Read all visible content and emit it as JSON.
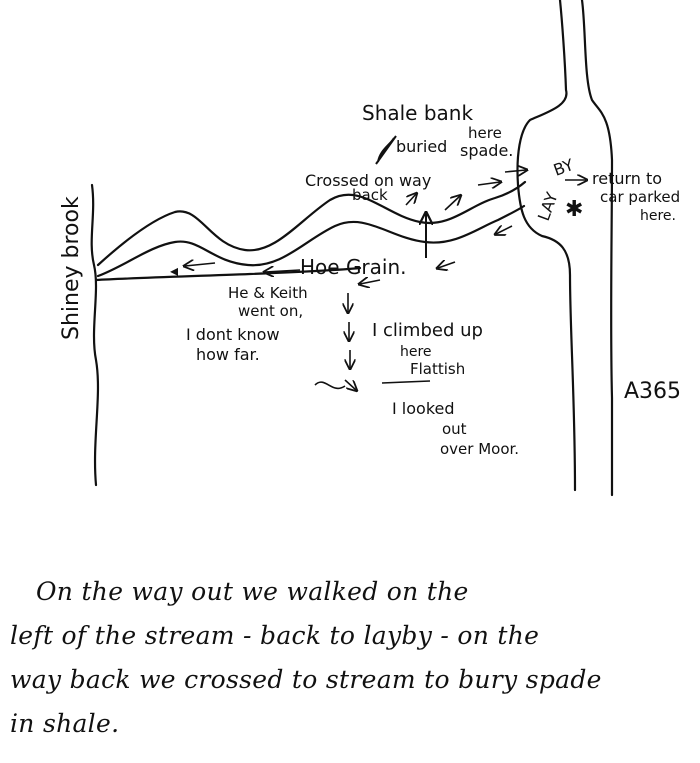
{
  "map": {
    "labels": {
      "shiney_brook": "Shiney brook",
      "shale_bank": "Shale bank",
      "buried_here_spade": [
        "buried",
        "here",
        "spade."
      ],
      "crossed_on_way_back": [
        "Crossed on way",
        "back"
      ],
      "layby": [
        "LAY",
        "BY"
      ],
      "return_to_car": [
        "return to",
        "car parked",
        "here."
      ],
      "hoe_grain": "Hoe Grain.",
      "he_went_on": [
        "He & Keith",
        "went on,"
      ],
      "dont_know": [
        "I dont know",
        "how far."
      ],
      "climbed_up": [
        "I climbed up",
        "here",
        "Flattish"
      ],
      "looked_out": [
        "I looked",
        "out",
        "over Moor."
      ],
      "road": "A365"
    },
    "icons": [
      "arrow-icon",
      "star-icon",
      "spade-icon"
    ]
  },
  "note": {
    "lines": [
      "On the way out we walked on the",
      "left of the stream - back to layby - on the",
      "way back we crossed to stream to bury spade",
      "in shale."
    ]
  }
}
